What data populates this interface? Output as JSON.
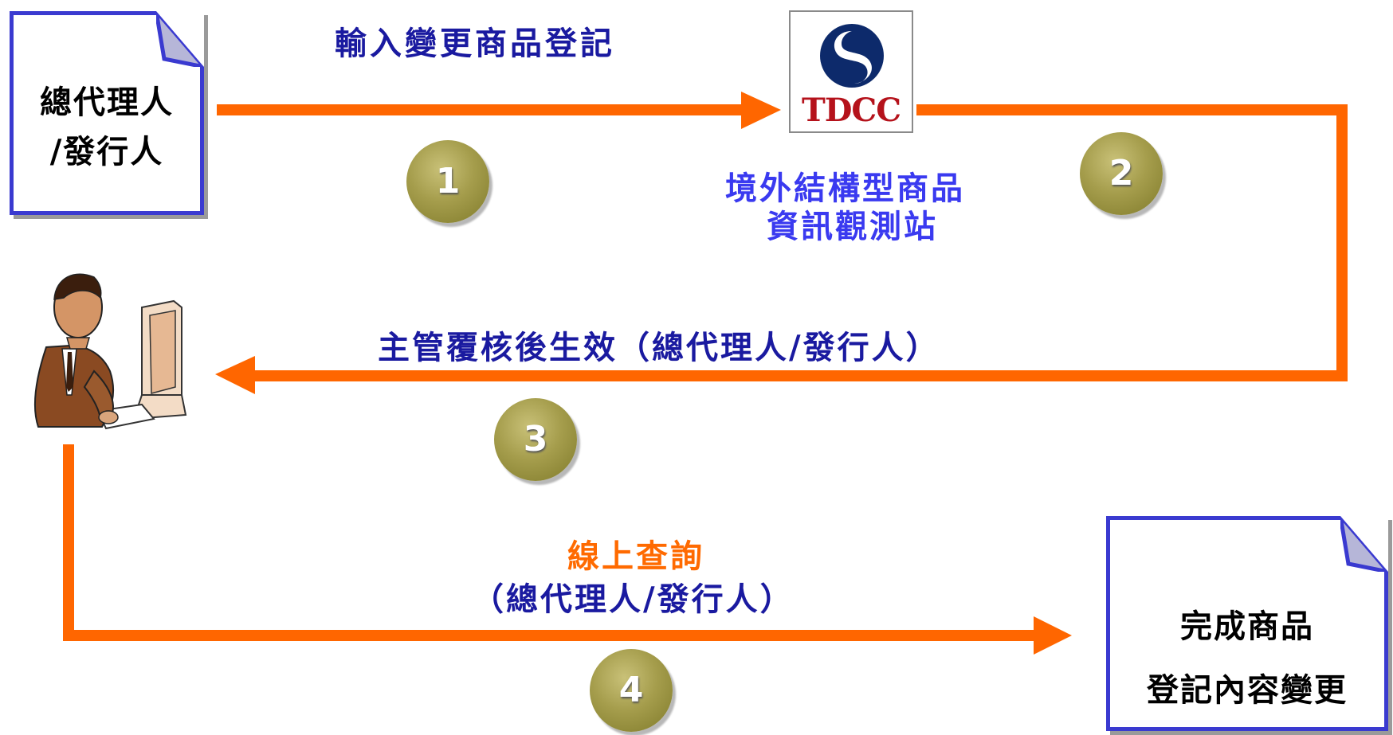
{
  "source_box": {
    "line1": "總代理人",
    "line2": "/發行人"
  },
  "tdcc_logo": {
    "text": "TDCC",
    "icon": "tdcc-swirl-icon",
    "color": "#b5121b"
  },
  "step_labels": {
    "input": "輸入變更商品登記",
    "site_line1": "境外結構型商品",
    "site_line2": "資訊觀測站",
    "review": "主管覆核後生效（總代理人/發行人）",
    "query_line1": "線上查詢",
    "query_line2": "（總代理人/發行人）"
  },
  "steps": [
    "1",
    "2",
    "3",
    "4"
  ],
  "result_box": {
    "line1": "完成商品",
    "line2": "登記內容變更"
  },
  "person_icon": "person-at-computer-icon",
  "colors": {
    "arrow": "#ff6600",
    "box_border": "#3a3ad0",
    "step_circle": "#a59d4c",
    "dark_blue": "#1a1aa0",
    "light_blue": "#3a3af0",
    "orange": "#ff6a00"
  }
}
